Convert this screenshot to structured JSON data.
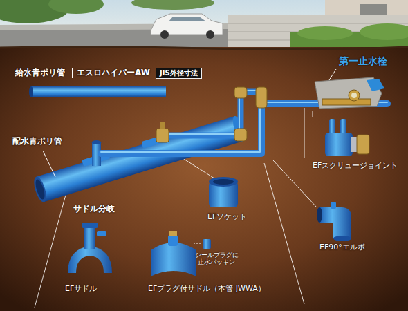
{
  "diagram": {
    "nodes": [
      {
        "text": [
          "JIS外径寸法"
        ]
      }
    ],
    "labels": [
      "給水青ポリ管",
      "エスロハイパーAW",
      "第一止水栓",
      "配水青ポリ管",
      "EFスクリュージョイント",
      "サドル分岐",
      "EFソケット",
      "EF90°エルボ",
      "EFサドル",
      "EFプラグ付サドル（本管 JWWA）",
      "シールプラグに 止水パッキン"
    ]
  }
}
